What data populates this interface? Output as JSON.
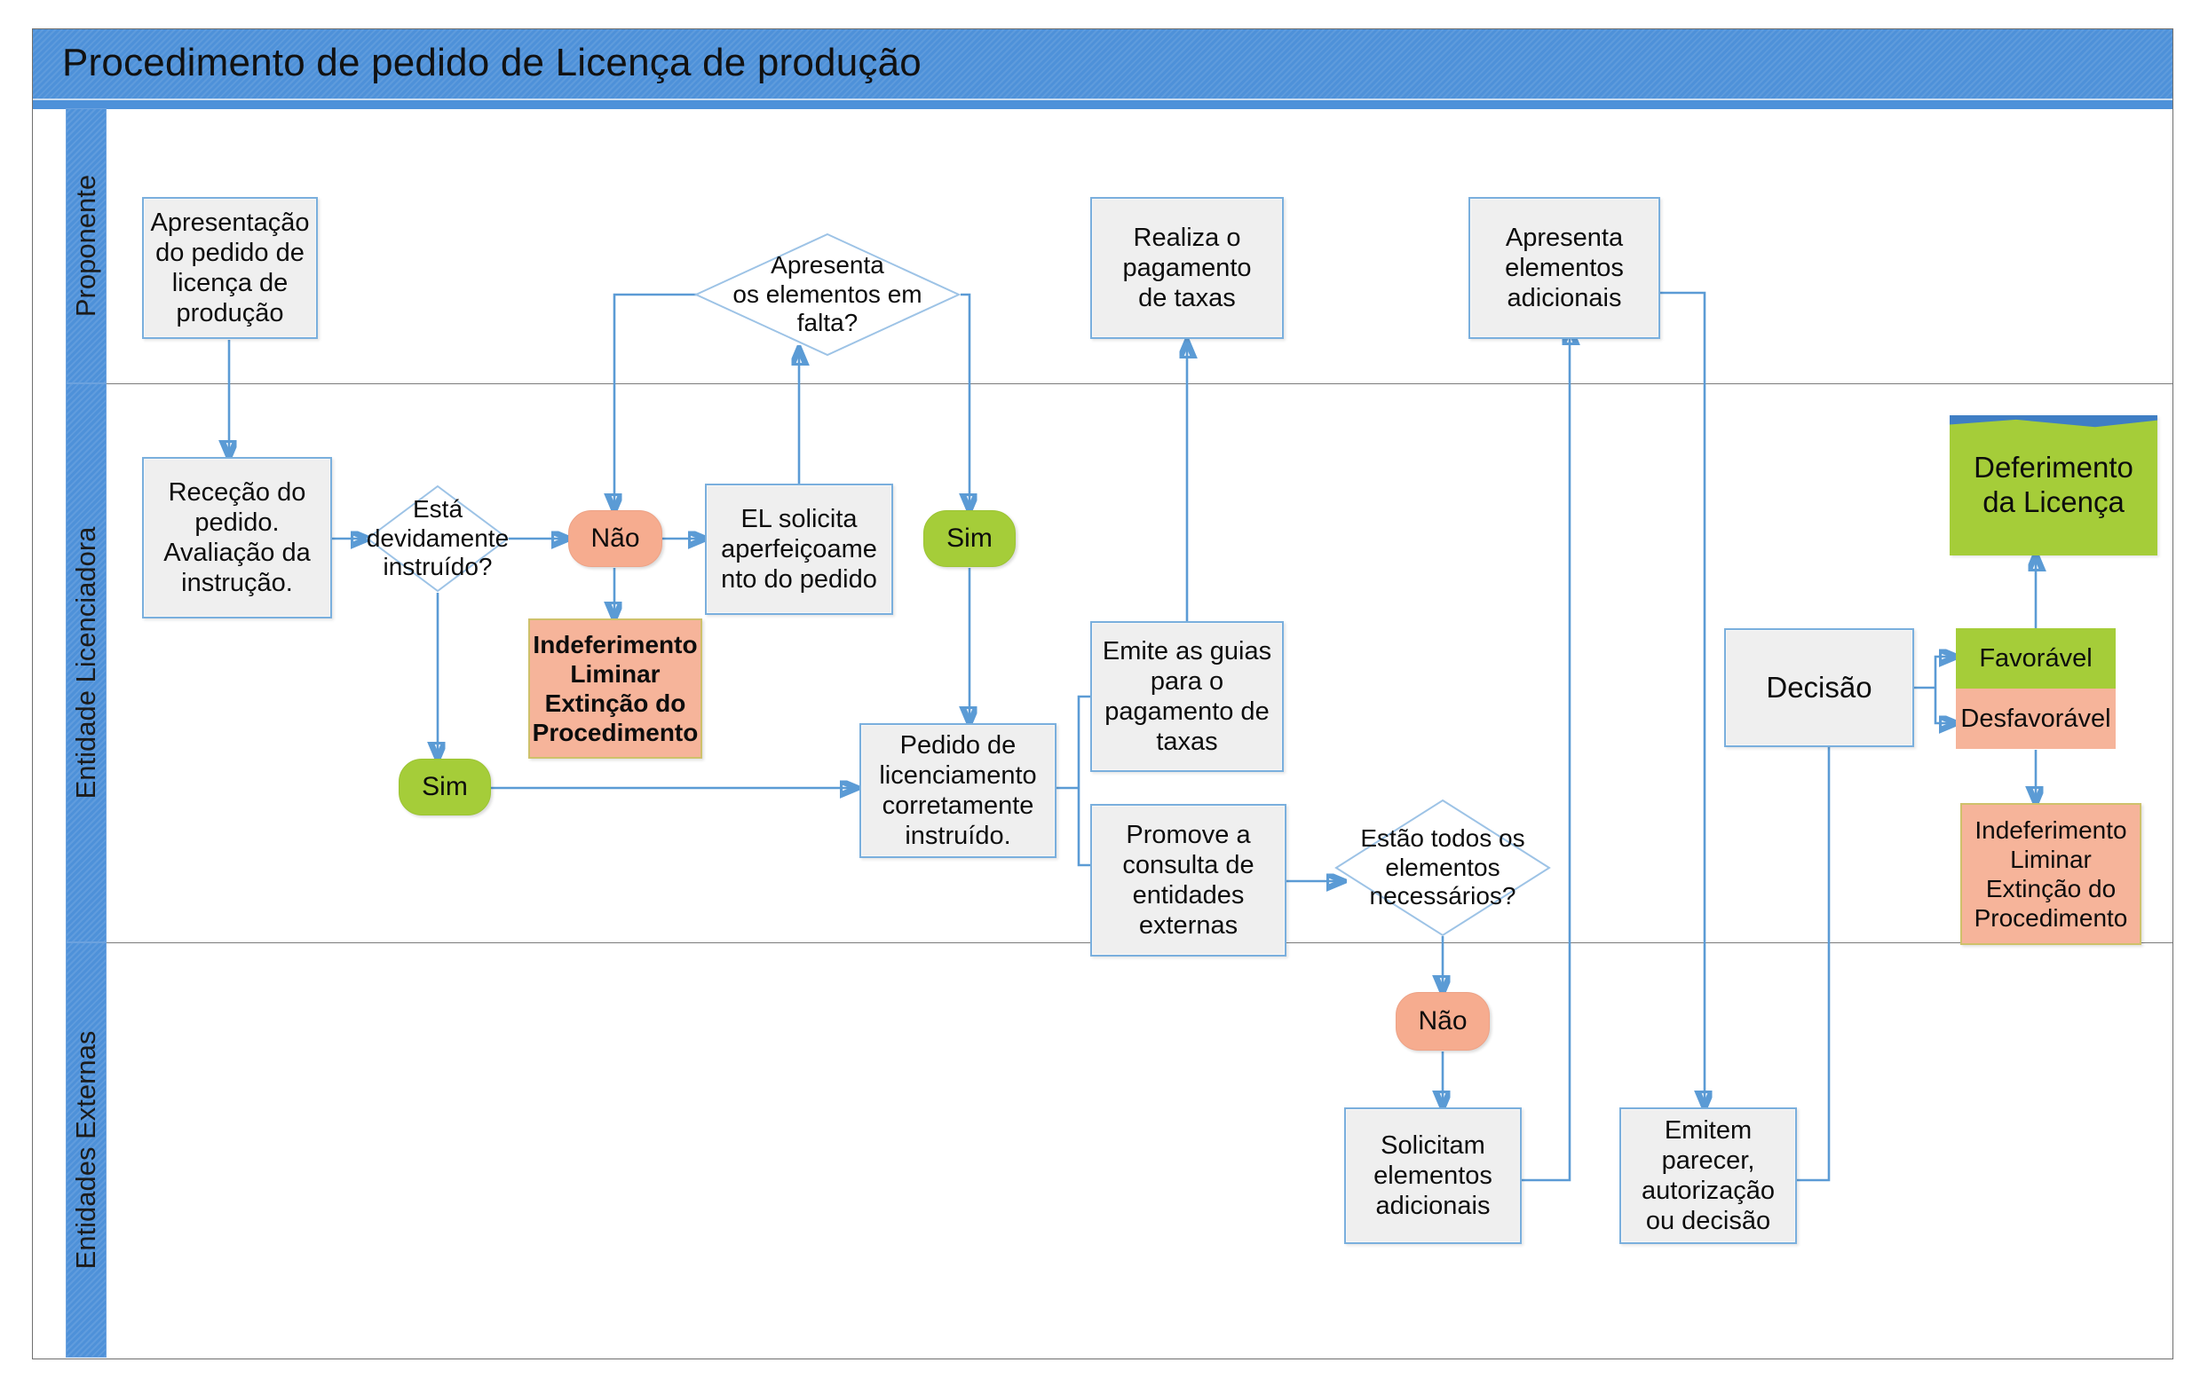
{
  "title": "Procedimento de pedido de Licença de produção",
  "colors": {
    "band": "#4e91d9",
    "process_fill": "#efefef",
    "process_border": "#7aafdd",
    "connector": "#5b9bd5",
    "green": "#a5cd39",
    "red": "#f6b49a",
    "pill_red": "#f6ac8f",
    "terminator_border": "#cfc16b"
  },
  "lanes": [
    {
      "id": "proponente",
      "label": "Proponente"
    },
    {
      "id": "licenciadora",
      "label": "Entidade Licenciadora"
    },
    {
      "id": "externas",
      "label": "Entidades Externas"
    }
  ],
  "nodes": {
    "apresentacao_pedido": "Apresentação do pedido de licença de produção",
    "apresenta_falta": "Apresenta os elementos em falta?",
    "realiza_pagamento": "Realiza o pagamento de taxas",
    "apresenta_adicionais": "Apresenta elementos adicionais",
    "recepcao_pedido": "Receção do pedido. Avaliação da instrução.",
    "esta_instruido": "Está devidamente instruído?",
    "nao_instruido": "Não",
    "el_solicita": "EL solicita aperfeiçoamento do pedido",
    "sim_falta": "Sim",
    "indeferimento_liminar": "Indeferimento Liminar Extinção do Procedimento",
    "sim_instruido": "Sim",
    "pedido_correto": "Pedido de licenciamento corretamente instruído.",
    "emite_guias": "Emite as guias para o pagamento de taxas",
    "promove_consulta": "Promove a consulta de entidades externas",
    "estao_todos": "Estão todos os elementos necessários?",
    "nao_elementos": "Não",
    "decisao": "Decisão",
    "favoravel": "Favorável",
    "desfavoravel": "Desfavorável",
    "deferimento": "Deferimento da Licença",
    "indeferimento_final": "Indeferimento Liminar Extinção do Procedimento",
    "solicitam_adicionais": "Solicitam elementos adicionais",
    "emitem_parecer": "Emitem parecer, autorização ou decisão"
  },
  "node_lines": {
    "apresentacao_pedido": [
      "Apresentação",
      "do pedido de",
      "licença de",
      "produção"
    ],
    "apresenta_falta": [
      "Apresenta",
      "os elementos em",
      "falta?"
    ],
    "realiza_pagamento": [
      "Realiza o",
      "pagamento",
      "de taxas"
    ],
    "apresenta_adicionais": [
      "Apresenta",
      "elementos",
      "adicionais"
    ],
    "recepcao_pedido": [
      "Receção do",
      "pedido.",
      "Avaliação da",
      "instrução."
    ],
    "esta_instruido": [
      "Está",
      "devidamente",
      "instruído?"
    ],
    "el_solicita": [
      "EL solicita",
      "aperfeiçoame",
      "nto do pedido"
    ],
    "indeferimento_liminar": [
      "Indeferimento",
      "Liminar",
      "Extinção do",
      "Procedimento"
    ],
    "pedido_correto": [
      "Pedido de",
      "licenciamento",
      "corretamente",
      "instruído."
    ],
    "emite_guias": [
      "Emite as guias",
      "para o",
      "pagamento de",
      "taxas"
    ],
    "promove_consulta": [
      "Promove a",
      "consulta de",
      "entidades",
      "externas"
    ],
    "estao_todos": [
      "Estão todos os",
      "elementos",
      "necessários?"
    ],
    "deferimento": [
      "Deferimento",
      "da Licença"
    ],
    "indeferimento_final": [
      "Indeferimento",
      "Liminar",
      "Extinção do",
      "Procedimento"
    ],
    "solicitam_adicionais": [
      "Solicitam",
      "elementos",
      "adicionais"
    ],
    "emitem_parecer": [
      "Emitem",
      "parecer,",
      "autorização",
      "ou decisão"
    ]
  }
}
